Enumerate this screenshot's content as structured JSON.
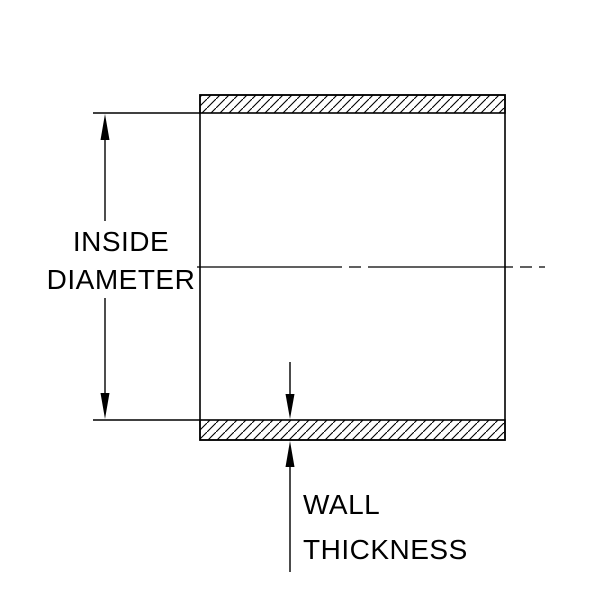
{
  "diagram": {
    "inside_diameter": {
      "line1": "INSIDE",
      "line2": "DIAMETER"
    },
    "wall_thickness": {
      "line1": "WALL",
      "line2": "THICKNESS"
    },
    "colors": {
      "stroke": "#000000",
      "background": "#ffffff"
    }
  }
}
